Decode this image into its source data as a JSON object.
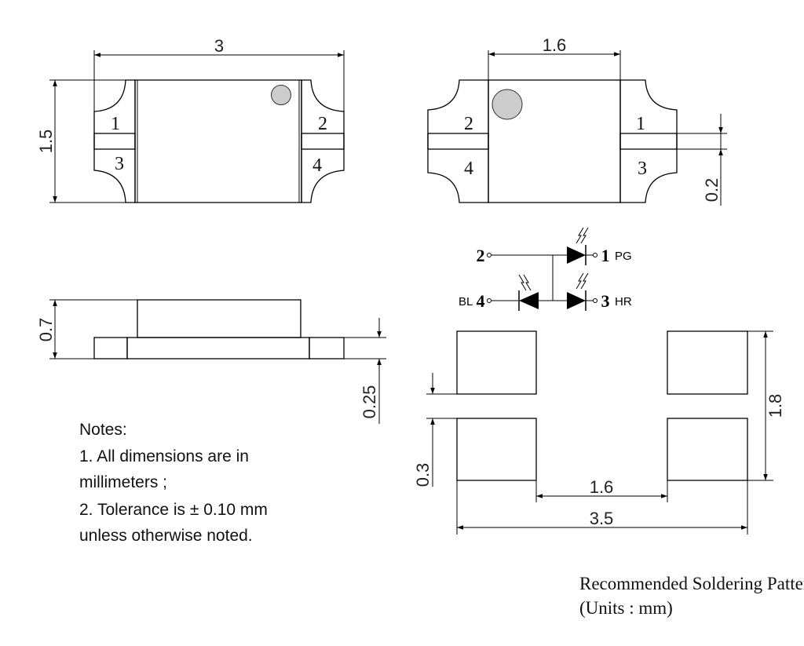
{
  "top_view": {
    "width_dim": "3",
    "height_dim": "1.5",
    "pads": [
      "1",
      "2",
      "3",
      "4"
    ]
  },
  "bottom_view": {
    "pitch_dim": "1.6",
    "gap_dim": "0.2",
    "pads": [
      "2",
      "1",
      "4",
      "3"
    ]
  },
  "side_view": {
    "height_dim": "0.7",
    "base_dim": "0.25"
  },
  "schematic": {
    "pin2": "2",
    "pin1": "1",
    "pin1_label": "PG",
    "pin4": "4",
    "pin4_label": "BL",
    "pin3": "3",
    "pin3_label": "HR"
  },
  "notes": {
    "title": "Notes:",
    "lines": [
      "1. All dimensions are in",
      "millimeters ;",
      "2. Tolerance is ± 0.10 mm",
      "unless otherwise noted."
    ]
  },
  "soldering": {
    "height_dim": "1.8",
    "gap_dim": "0.3",
    "inner_dim": "1.6",
    "overall_dim": "3.5",
    "caption": "Recommended Soldering Pattern",
    "units": "(Units : mm)"
  },
  "colors": {
    "marker": "#cccccc"
  }
}
